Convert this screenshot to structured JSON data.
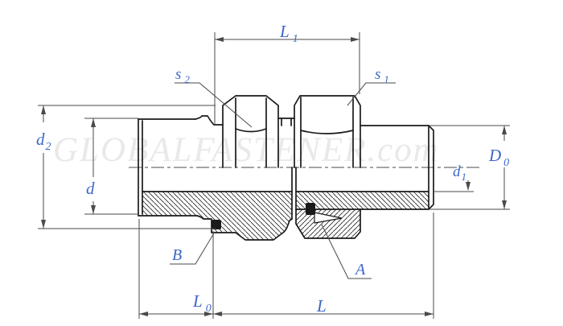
{
  "drawing": {
    "watermark": "GLOBALFASTENER.com",
    "labels": {
      "L1": {
        "main": "L",
        "sub": "1"
      },
      "s2": {
        "main": "s",
        "sub": "2"
      },
      "s1": {
        "main": "s",
        "sub": "1"
      },
      "d2": {
        "main": "d",
        "sub": "2"
      },
      "d": {
        "main": "d"
      },
      "D0": {
        "main": "D",
        "sub": "0"
      },
      "d1": {
        "main": "d",
        "sub": "1"
      },
      "B": {
        "main": "B"
      },
      "A": {
        "main": "A"
      },
      "L0": {
        "main": "L",
        "sub": "0"
      },
      "L": {
        "main": "L"
      }
    },
    "colors": {
      "object_line": "#1a1a1a",
      "thin_line": "#4a4a4a",
      "label": "#3c66c8",
      "watermark": "#e9e9e9",
      "background": "#ffffff"
    }
  }
}
